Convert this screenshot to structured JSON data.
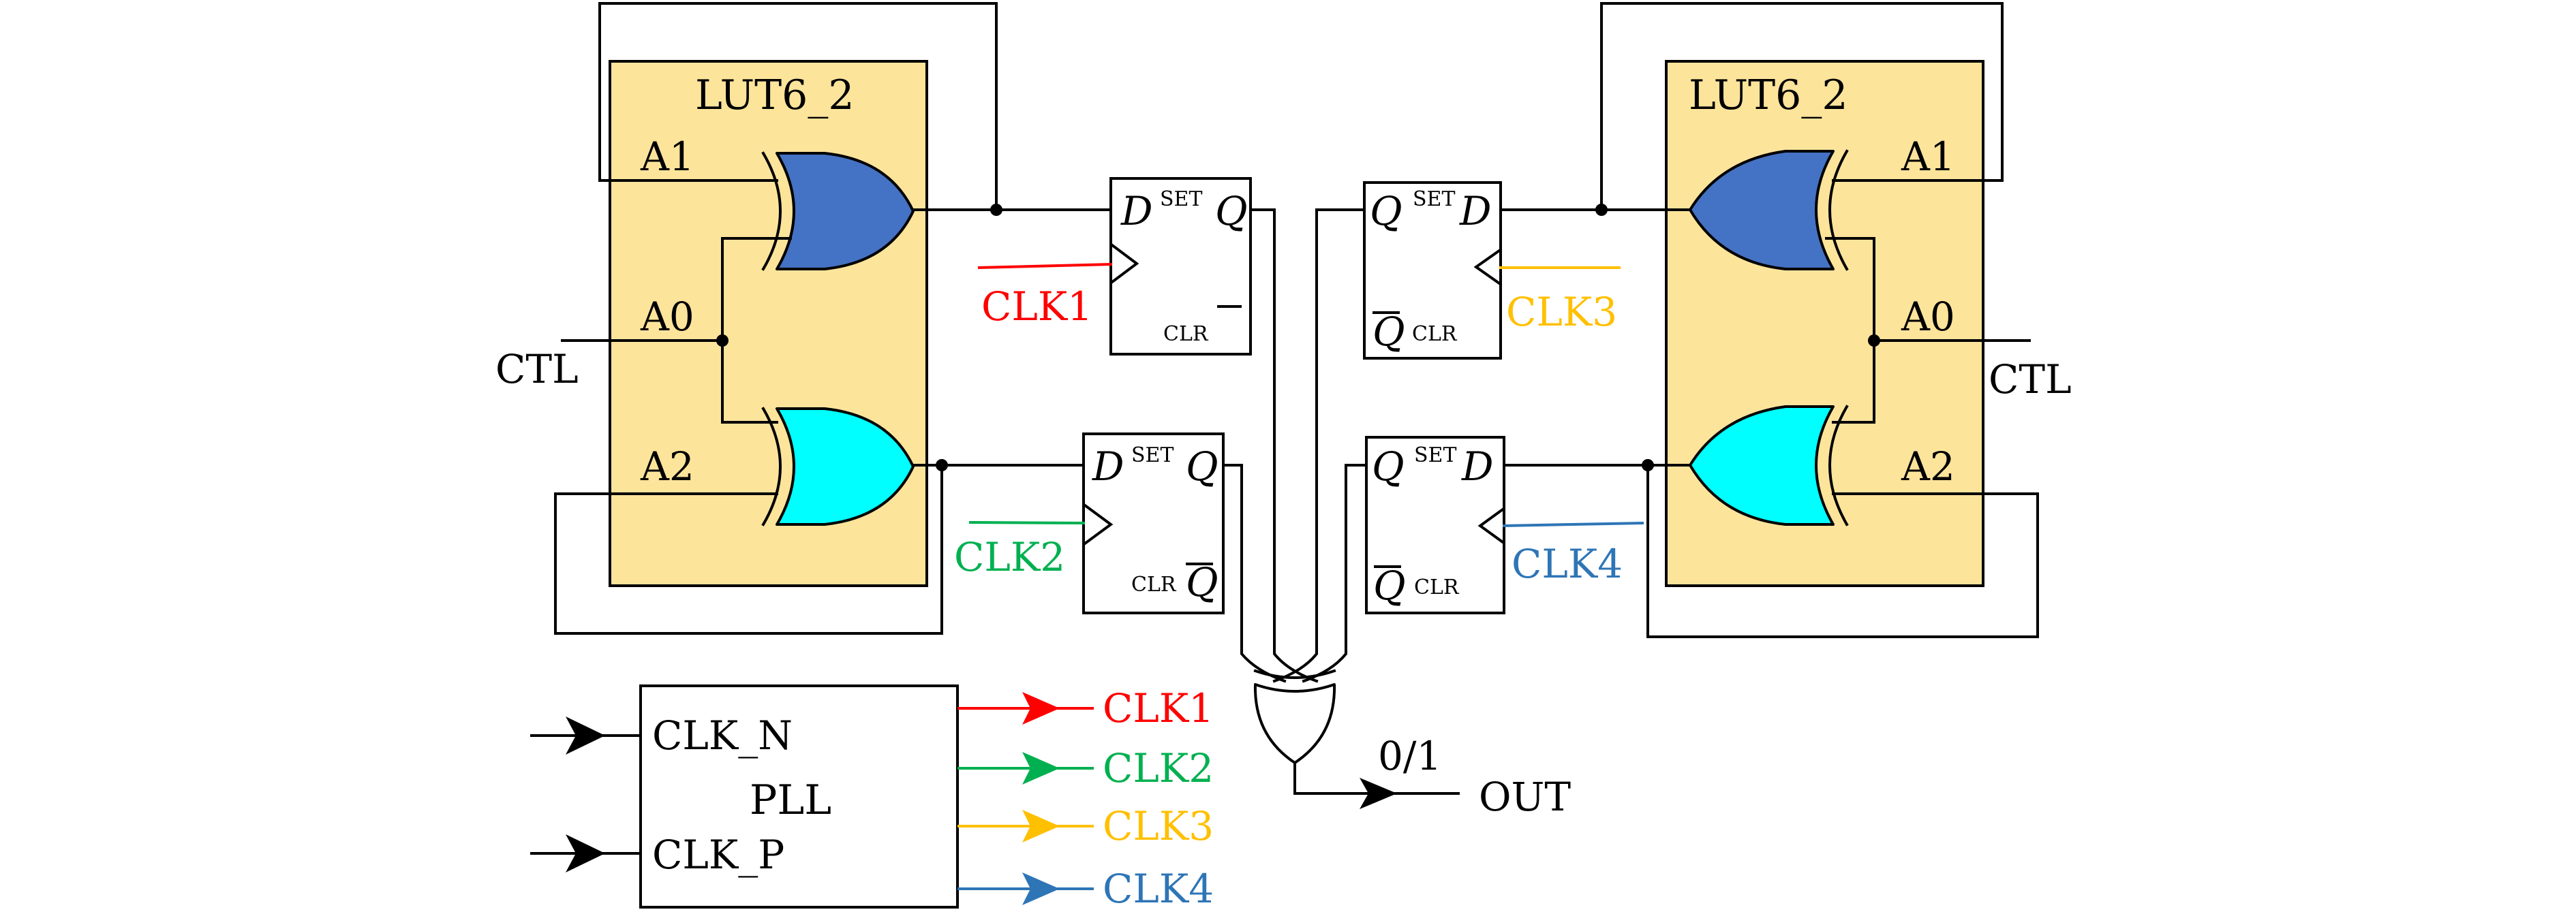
{
  "colors": {
    "lut_fill": "#fde49b",
    "gate_blue": "#4472c4",
    "gate_cyan": "#00ffff",
    "clk1": "#ff0000",
    "clk2": "#00b050",
    "clk3": "#ffc000",
    "clk4": "#2e75b6"
  },
  "left_lut": {
    "title": "LUT6_2",
    "a1": "A1",
    "a0": "A0",
    "a2": "A2",
    "ctl": "CTL"
  },
  "right_lut": {
    "title": "LUT6_2",
    "a1": "A1",
    "a0": "A0",
    "a2": "A2",
    "ctl": "CTL"
  },
  "ff_labels": {
    "d": "D",
    "q": "Q",
    "qbar": "Q",
    "set": "SET",
    "clr": "CLR"
  },
  "clocks": {
    "clk1": "CLK1",
    "clk2": "CLK2",
    "clk3": "CLK3",
    "clk4": "CLK4"
  },
  "pll": {
    "name": "PLL",
    "in_n": "CLK_N",
    "in_p": "CLK_P"
  },
  "output": {
    "value": "0/1",
    "label": "OUT"
  }
}
